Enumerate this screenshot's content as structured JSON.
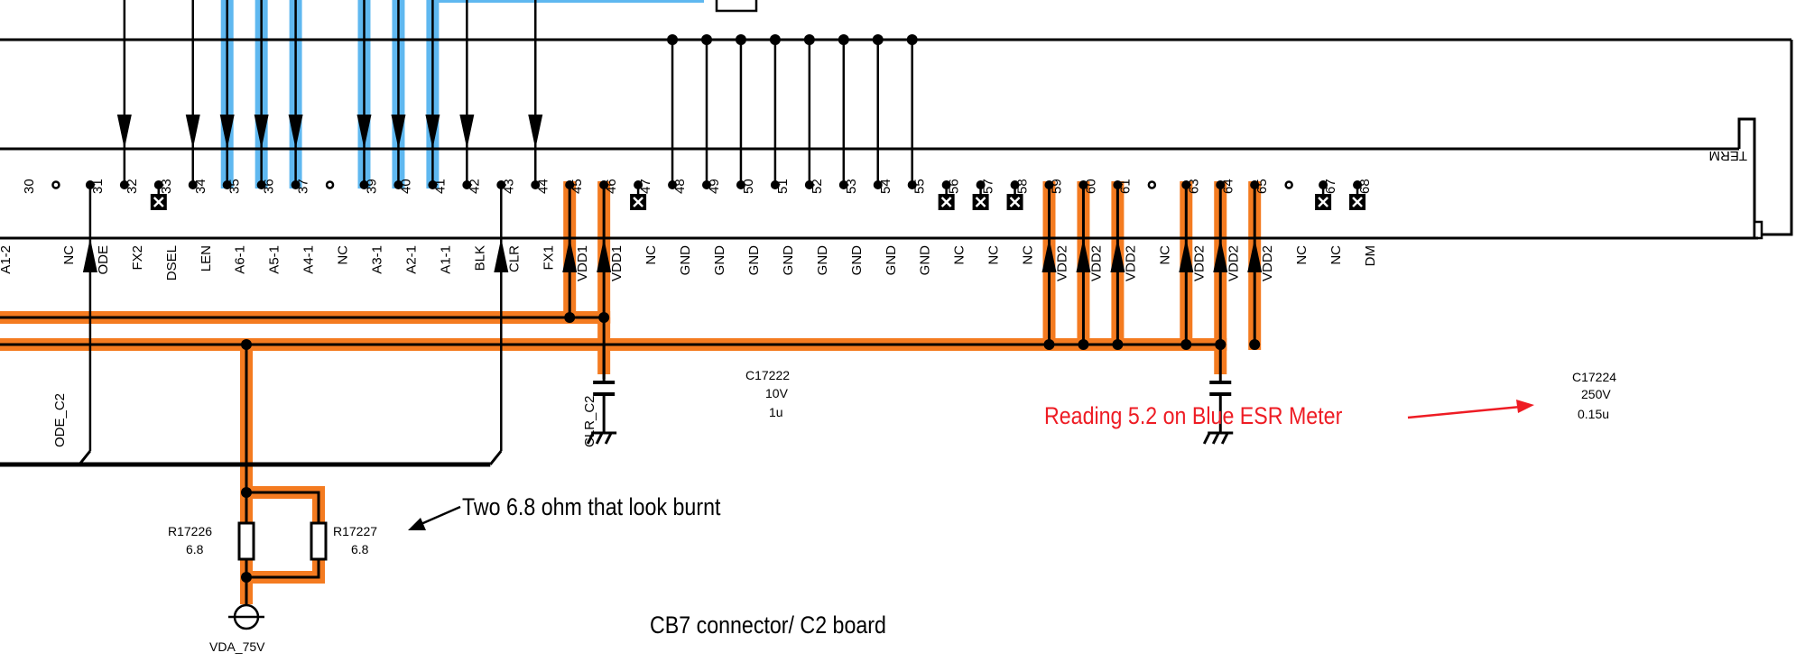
{
  "title": "CB7 connector/ C2 board",
  "colors": {
    "wire": "#000000",
    "highlight_power": "#f47b20",
    "highlight_address": "#5fb8f0",
    "annotation_red": "#ee1c24",
    "annotation_black": "#000000"
  },
  "connector": {
    "term_label": "TERM",
    "pins": [
      {
        "num": "30",
        "signal": "A1-2",
        "type": "partial"
      },
      {
        "num": "",
        "signal": "NC",
        "type": "nc"
      },
      {
        "num": "31",
        "signal": "ODE",
        "type": "out-up"
      },
      {
        "num": "32",
        "signal": "FX2",
        "type": "in-down"
      },
      {
        "num": "33",
        "signal": "DSEL",
        "type": "noconnect"
      },
      {
        "num": "34",
        "signal": "LEN",
        "type": "in-down"
      },
      {
        "num": "35",
        "signal": "A6-1",
        "type": "in-down-blue"
      },
      {
        "num": "36",
        "signal": "A5-1",
        "type": "in-down-blue"
      },
      {
        "num": "37",
        "signal": "A4-1",
        "type": "in-down-blue"
      },
      {
        "num": "",
        "signal": "NC",
        "type": "nc"
      },
      {
        "num": "39",
        "signal": "A3-1",
        "type": "in-down-blue"
      },
      {
        "num": "40",
        "signal": "A2-1",
        "type": "in-down-blue"
      },
      {
        "num": "41",
        "signal": "A1-1",
        "type": "in-down-blue"
      },
      {
        "num": "42",
        "signal": "BLK",
        "type": "in-down"
      },
      {
        "num": "43",
        "signal": "CLR",
        "type": "out-up"
      },
      {
        "num": "44",
        "signal": "FX1",
        "type": "in-down"
      },
      {
        "num": "45",
        "signal": "VDD1",
        "type": "vdd1"
      },
      {
        "num": "46",
        "signal": "VDD1",
        "type": "vdd1"
      },
      {
        "num": "47",
        "signal": "NC",
        "type": "noconnect"
      },
      {
        "num": "48",
        "signal": "GND",
        "type": "gnd"
      },
      {
        "num": "49",
        "signal": "GND",
        "type": "gnd"
      },
      {
        "num": "50",
        "signal": "GND",
        "type": "gnd"
      },
      {
        "num": "51",
        "signal": "GND",
        "type": "gnd"
      },
      {
        "num": "52",
        "signal": "GND",
        "type": "gnd"
      },
      {
        "num": "53",
        "signal": "GND",
        "type": "gnd"
      },
      {
        "num": "54",
        "signal": "GND",
        "type": "gnd"
      },
      {
        "num": "55",
        "signal": "GND",
        "type": "gnd"
      },
      {
        "num": "56",
        "signal": "NC",
        "type": "noconnect"
      },
      {
        "num": "57",
        "signal": "NC",
        "type": "noconnect"
      },
      {
        "num": "58",
        "signal": "NC",
        "type": "noconnect"
      },
      {
        "num": "59",
        "signal": "VDD2",
        "type": "vdd2"
      },
      {
        "num": "60",
        "signal": "VDD2",
        "type": "vdd2"
      },
      {
        "num": "61",
        "signal": "VDD2",
        "type": "vdd2"
      },
      {
        "num": "",
        "signal": "NC",
        "type": "nc"
      },
      {
        "num": "63",
        "signal": "VDD2",
        "type": "vdd2"
      },
      {
        "num": "64",
        "signal": "VDD2",
        "type": "vdd2"
      },
      {
        "num": "65",
        "signal": "VDD2",
        "type": "vdd2"
      },
      {
        "num": "",
        "signal": "NC",
        "type": "nc"
      },
      {
        "num": "67",
        "signal": "NC",
        "type": "noconnect"
      },
      {
        "num": "68",
        "signal": "DM",
        "type": "noconnect"
      }
    ]
  },
  "nets": {
    "ode_out": "ODE_C2",
    "clr_out": "CLR_C2",
    "supply": "VDA_75V"
  },
  "components": {
    "c17222": {
      "ref": "C17222",
      "voltage": "10V",
      "value": "1u"
    },
    "c17224": {
      "ref": "C17224",
      "voltage": "250V",
      "value": "0.15u"
    },
    "r17226": {
      "ref": "R17226",
      "value": "6.8"
    },
    "r17227": {
      "ref": "R17227",
      "value": "6.8"
    }
  },
  "annotations": {
    "esr_note": "Reading 5.2 on Blue ESR Meter",
    "resistor_note": "Two 6.8 ohm that look burnt"
  }
}
